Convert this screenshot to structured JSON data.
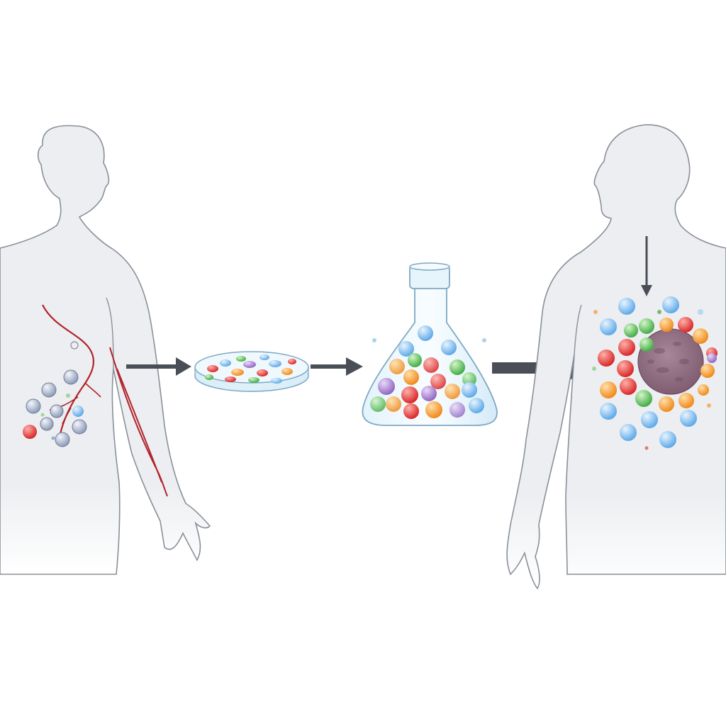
{
  "diagram": {
    "steps": [
      {
        "id": "patient-source",
        "kind": "human-figure",
        "facing": "right"
      },
      {
        "id": "culture-dish",
        "kind": "petri-dish"
      },
      {
        "id": "expansion-flask",
        "kind": "erlenmeyer-flask"
      },
      {
        "id": "patient-recipient",
        "kind": "human-figure",
        "facing": "left"
      }
    ],
    "arrows": [
      {
        "from": "patient-source",
        "to": "culture-dish"
      },
      {
        "from": "culture-dish",
        "to": "expansion-flask"
      },
      {
        "from": "expansion-flask",
        "to": "patient-recipient"
      },
      {
        "from": "above",
        "to": "tumor-target"
      }
    ]
  },
  "colors": {
    "figure_fill": "#eeeff1",
    "figure_outline": "#8a9099",
    "vessel": "#b0242a",
    "arrow": "#4a4f57",
    "tumor": "#8e6a7e",
    "cell_blue": "#5ea9e8",
    "cell_red": "#e53935",
    "cell_orange": "#f39a2b",
    "cell_green": "#5cc25a",
    "cell_purple": "#a07ac7",
    "cell_grey": "#aebbd2"
  }
}
